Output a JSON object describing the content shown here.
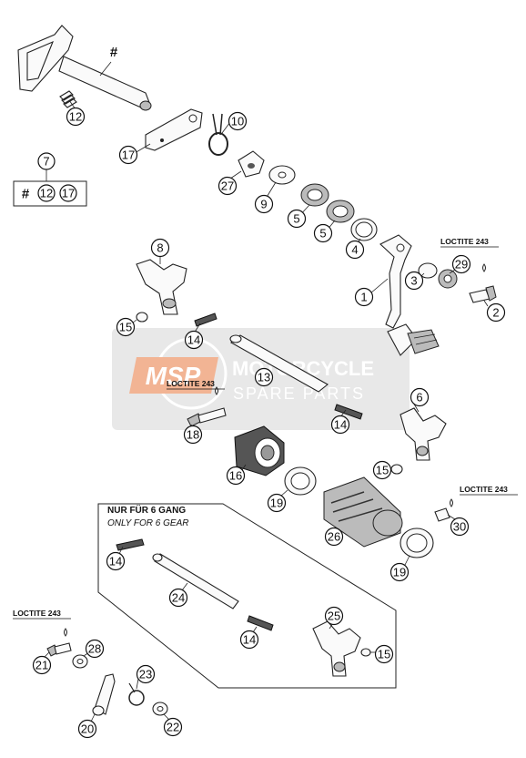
{
  "watermark": {
    "logo_text": "MSP",
    "line1": "MOTORCYCLE",
    "line2": "SPARE PARTS"
  },
  "loctite": {
    "label": "LOCTITE 243"
  },
  "note": {
    "de": "NUR FÜR 6 GANG",
    "en": "ONLY FOR 6 GEAR"
  },
  "hash_symbol": "#",
  "kit_box": {
    "num": "7",
    "items": [
      "#",
      "12",
      "17"
    ]
  },
  "callouts": [
    {
      "id": "p12a",
      "label": "12"
    },
    {
      "id": "p17",
      "label": "17"
    },
    {
      "id": "p10",
      "label": "10"
    },
    {
      "id": "p27",
      "label": "27"
    },
    {
      "id": "p9",
      "label": "9"
    },
    {
      "id": "p5a",
      "label": "5"
    },
    {
      "id": "p5b",
      "label": "5"
    },
    {
      "id": "p4",
      "label": "4"
    },
    {
      "id": "p8",
      "label": "8"
    },
    {
      "id": "p3",
      "label": "3"
    },
    {
      "id": "p29",
      "label": "29"
    },
    {
      "id": "p1",
      "label": "1"
    },
    {
      "id": "p2",
      "label": "2"
    },
    {
      "id": "p15a",
      "label": "15"
    },
    {
      "id": "p14a",
      "label": "14"
    },
    {
      "id": "p13",
      "label": "13"
    },
    {
      "id": "p6",
      "label": "6"
    },
    {
      "id": "p18",
      "label": "18"
    },
    {
      "id": "p14b",
      "label": "14"
    },
    {
      "id": "p16",
      "label": "16"
    },
    {
      "id": "p15b",
      "label": "15"
    },
    {
      "id": "p19a",
      "label": "19"
    },
    {
      "id": "p26",
      "label": "26"
    },
    {
      "id": "p30",
      "label": "30"
    },
    {
      "id": "p19b",
      "label": "19"
    },
    {
      "id": "p14c",
      "label": "14"
    },
    {
      "id": "p24",
      "label": "24"
    },
    {
      "id": "p14d",
      "label": "14"
    },
    {
      "id": "p25",
      "label": "25"
    },
    {
      "id": "p15c",
      "label": "15"
    },
    {
      "id": "p21",
      "label": "21"
    },
    {
      "id": "p28",
      "label": "28"
    },
    {
      "id": "p23",
      "label": "23"
    },
    {
      "id": "p20",
      "label": "20"
    },
    {
      "id": "p22",
      "label": "22"
    }
  ]
}
